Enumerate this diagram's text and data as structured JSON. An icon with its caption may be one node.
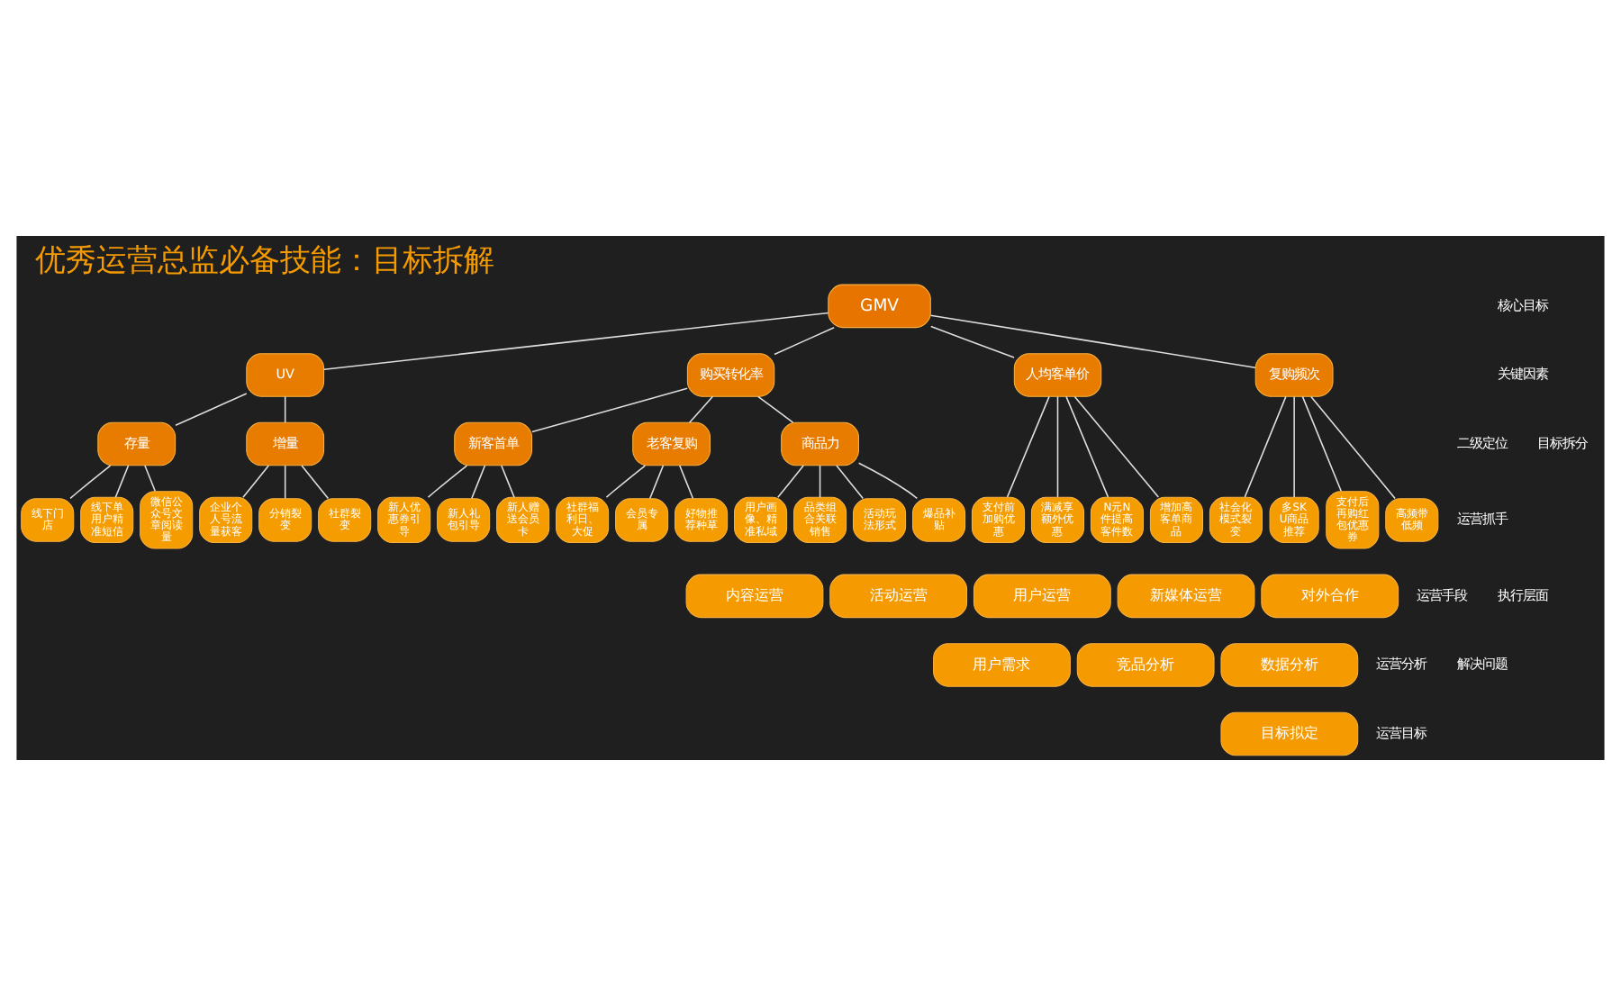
{
  "diagram": {
    "title": "优秀运营总监必备技能：目标拆解",
    "nodes": [
      {
        "text": [
          "GMV"
        ]
      },
      {
        "text": [
          "UV"
        ]
      },
      {
        "text": [
          "购买转化率"
        ]
      },
      {
        "text": [
          "人均客单价"
        ]
      },
      {
        "text": [
          "复购频次"
        ]
      },
      {
        "text": [
          "存量"
        ]
      },
      {
        "text": [
          "增量"
        ]
      },
      {
        "text": [
          "新客首单"
        ]
      },
      {
        "text": [
          "老客复购"
        ]
      },
      {
        "text": [
          "商品力"
        ]
      },
      {
        "text": [
          "线下门店"
        ]
      },
      {
        "text": [
          "线下单用户精准短信"
        ]
      },
      {
        "text": [
          "微信公众号文章阅读量"
        ]
      },
      {
        "text": [
          "企业个人号流量获客"
        ]
      },
      {
        "text": [
          "分销裂变"
        ]
      },
      {
        "text": [
          "社群裂变"
        ]
      },
      {
        "text": [
          "新人优惠券引导"
        ]
      },
      {
        "text": [
          "新人礼包引导"
        ]
      },
      {
        "text": [
          "新人赠送会员卡"
        ]
      },
      {
        "text": [
          "社群福利日、大促"
        ]
      },
      {
        "text": [
          "会员专属"
        ]
      },
      {
        "text": [
          "好物推荐种草"
        ]
      },
      {
        "text": [
          "用户画像、精准私域"
        ]
      },
      {
        "text": [
          "品类组合关联销售"
        ]
      },
      {
        "text": [
          "活动玩法形式"
        ]
      },
      {
        "text": [
          "爆品补贴"
        ]
      },
      {
        "text": [
          "支付前加购优惠"
        ]
      },
      {
        "text": [
          "满减享额外优惠"
        ]
      },
      {
        "text": [
          "N元N件提高客件数"
        ]
      },
      {
        "text": [
          "增加高客单商品"
        ]
      },
      {
        "text": [
          "社会化模式裂变"
        ]
      },
      {
        "text": [
          "多SKU商品推荐"
        ]
      },
      {
        "text": [
          "支付后再购红包优惠券"
        ]
      },
      {
        "text": [
          "高频带低频"
        ]
      },
      {
        "text": [
          "内容运营"
        ]
      },
      {
        "text": [
          "活动运营"
        ]
      },
      {
        "text": [
          "用户运营"
        ]
      },
      {
        "text": [
          "新媒体运营"
        ]
      },
      {
        "text": [
          "对外合作"
        ]
      },
      {
        "text": [
          "用户需求"
        ]
      },
      {
        "text": [
          "竞品分析"
        ]
      },
      {
        "text": [
          "数据分析"
        ]
      },
      {
        "text": [
          "目标拟定"
        ]
      }
    ],
    "edges": [
      {
        "from": 0,
        "to": 1,
        "arrow": "none"
      },
      {
        "from": 0,
        "to": 2,
        "arrow": "none"
      },
      {
        "from": 0,
        "to": 3,
        "arrow": "none"
      },
      {
        "from": 0,
        "to": 4,
        "arrow": "none"
      },
      {
        "from": 1,
        "to": 5,
        "arrow": "none"
      },
      {
        "from": 1,
        "to": 6,
        "arrow": "none"
      },
      {
        "from": 2,
        "to": 7,
        "arrow": "none"
      },
      {
        "from": 2,
        "to": 8,
        "arrow": "none"
      },
      {
        "from": 2,
        "to": 9,
        "arrow": "none"
      },
      {
        "from": 5,
        "to": 10,
        "arrow": "none"
      },
      {
        "from": 5,
        "to": 11,
        "arrow": "none"
      },
      {
        "from": 5,
        "to": 12,
        "arrow": "none"
      },
      {
        "from": 6,
        "to": 13,
        "arrow": "none"
      },
      {
        "from": 6,
        "to": 14,
        "arrow": "none"
      },
      {
        "from": 6,
        "to": 15,
        "arrow": "none"
      },
      {
        "from": 7,
        "to": 16,
        "arrow": "none"
      },
      {
        "from": 7,
        "to": 17,
        "arrow": "none"
      },
      {
        "from": 7,
        "to": 18,
        "arrow": "none"
      },
      {
        "from": 8,
        "to": 19,
        "arrow": "none"
      },
      {
        "from": 8,
        "to": 20,
        "arrow": "none"
      },
      {
        "from": 8,
        "to": 21,
        "arrow": "none"
      },
      {
        "from": 9,
        "to": 22,
        "arrow": "none"
      },
      {
        "from": 9,
        "to": 23,
        "arrow": "none"
      },
      {
        "from": 9,
        "to": 24,
        "arrow": "none"
      },
      {
        "from": 9,
        "to": 25,
        "arrow": "none"
      },
      {
        "from": 3,
        "to": 26,
        "arrow": "none"
      },
      {
        "from": 3,
        "to": 27,
        "arrow": "none"
      },
      {
        "from": 3,
        "to": 28,
        "arrow": "none"
      },
      {
        "from": 3,
        "to": 29,
        "arrow": "none"
      },
      {
        "from": 4,
        "to": 30,
        "arrow": "none"
      },
      {
        "from": 4,
        "to": 31,
        "arrow": "none"
      },
      {
        "from": 4,
        "to": 32,
        "arrow": "none"
      },
      {
        "from": 4,
        "to": 33,
        "arrow": "none"
      }
    ],
    "labels": [
      "核心目标",
      "关键因素",
      "二级定位",
      "运营抓手",
      "运营手段",
      "运营分析",
      "运营目标",
      "目标拆分",
      "执行层面",
      "解决问题"
    ]
  }
}
